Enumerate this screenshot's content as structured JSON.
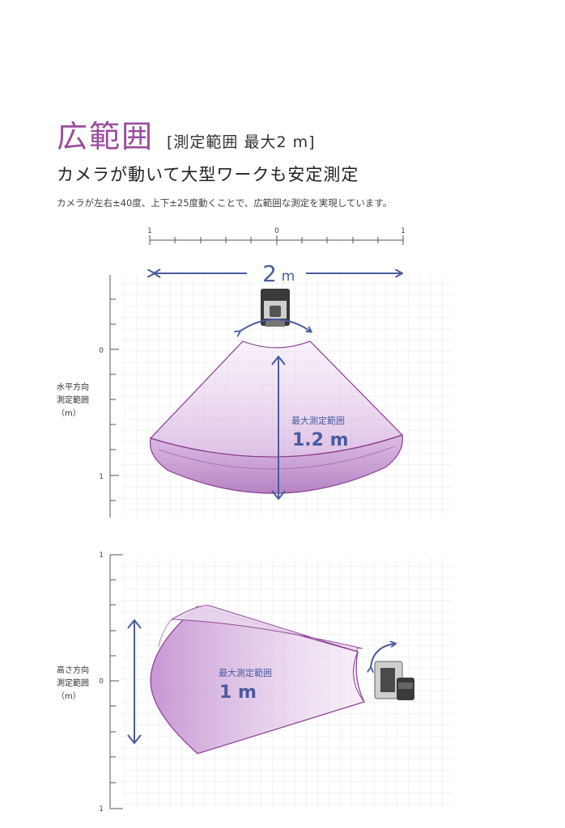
{
  "header": {
    "title": "広範囲",
    "title_sub": "[測定範囲  最大2 m]",
    "subtitle": "カメラが動いて大型ワークも安定測定",
    "description": "カメラが左右±40度、上下±25度動くことで、広範囲な測定を実現しています。"
  },
  "horizontal_diagram": {
    "top_scale_labels": [
      "1",
      "0",
      "1"
    ],
    "width_label": "2",
    "width_unit": "m",
    "y_axis_ticks": [
      "0",
      "1"
    ],
    "y_axis_title": [
      "水平方向",
      "測定範囲",
      "（m）"
    ],
    "range_label": "最大測定範囲",
    "range_value": "1.2 m"
  },
  "vertical_diagram": {
    "y_axis_ticks": [
      "1",
      "0",
      "1"
    ],
    "y_axis_title": [
      "高さ方向",
      "測定範囲",
      "（m）"
    ],
    "range_label": "最大測定範囲",
    "range_value": "1 m"
  },
  "colors": {
    "accent": "#9a4c9c",
    "arrow": "#4a5aa0",
    "volume_fill": "#c89ad4",
    "grid": "#e6e6e6"
  }
}
